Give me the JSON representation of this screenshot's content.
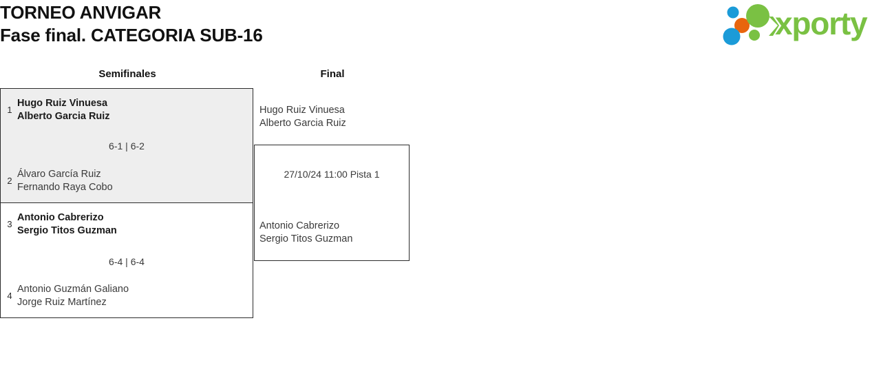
{
  "header": {
    "tournament_title": "TORNEO ANVIGAR",
    "subtitle": "Fase final. CATEGORIA SUB-16"
  },
  "logo": {
    "wordmark": "xporty",
    "green": "#7ac143",
    "blue": "#1b9bd8",
    "orange": "#e8650d",
    "dots": [
      {
        "name": "blue-dot-small",
        "color": "#1b9bd8"
      },
      {
        "name": "orange-dot",
        "color": "#e8650d"
      },
      {
        "name": "blue-dot-large",
        "color": "#1b9bd8"
      },
      {
        "name": "green-dot-large",
        "color": "#7ac143"
      },
      {
        "name": "green-dot-small",
        "color": "#7ac143"
      }
    ]
  },
  "rounds": [
    {
      "label": "Semifinales"
    },
    {
      "label": "Final"
    }
  ],
  "bracket": {
    "semifinals": [
      {
        "score": "6-1 | 6-2",
        "teams": [
          {
            "seed": "1",
            "winner": true,
            "players": [
              "Hugo Ruiz Vinuesa",
              "Alberto Garcia Ruiz"
            ]
          },
          {
            "seed": "2",
            "winner": false,
            "players": [
              "Álvaro García Ruiz",
              "Fernando Raya Cobo"
            ]
          }
        ]
      },
      {
        "score": "6-4 | 6-4",
        "teams": [
          {
            "seed": "3",
            "winner": true,
            "players": [
              "Antonio Cabrerizo",
              "Sergio Titos Guzman"
            ]
          },
          {
            "seed": "4",
            "winner": false,
            "players": [
              "Antonio Guzmán Galiano",
              "Jorge Ruiz Martínez"
            ]
          }
        ]
      }
    ],
    "final": {
      "info": "27/10/24 11:00 Pista 1",
      "teams": [
        {
          "players": [
            "Hugo Ruiz Vinuesa",
            "Alberto Garcia Ruiz"
          ]
        },
        {
          "players": [
            "Antonio Cabrerizo",
            "Sergio Titos Guzman"
          ]
        }
      ]
    }
  }
}
